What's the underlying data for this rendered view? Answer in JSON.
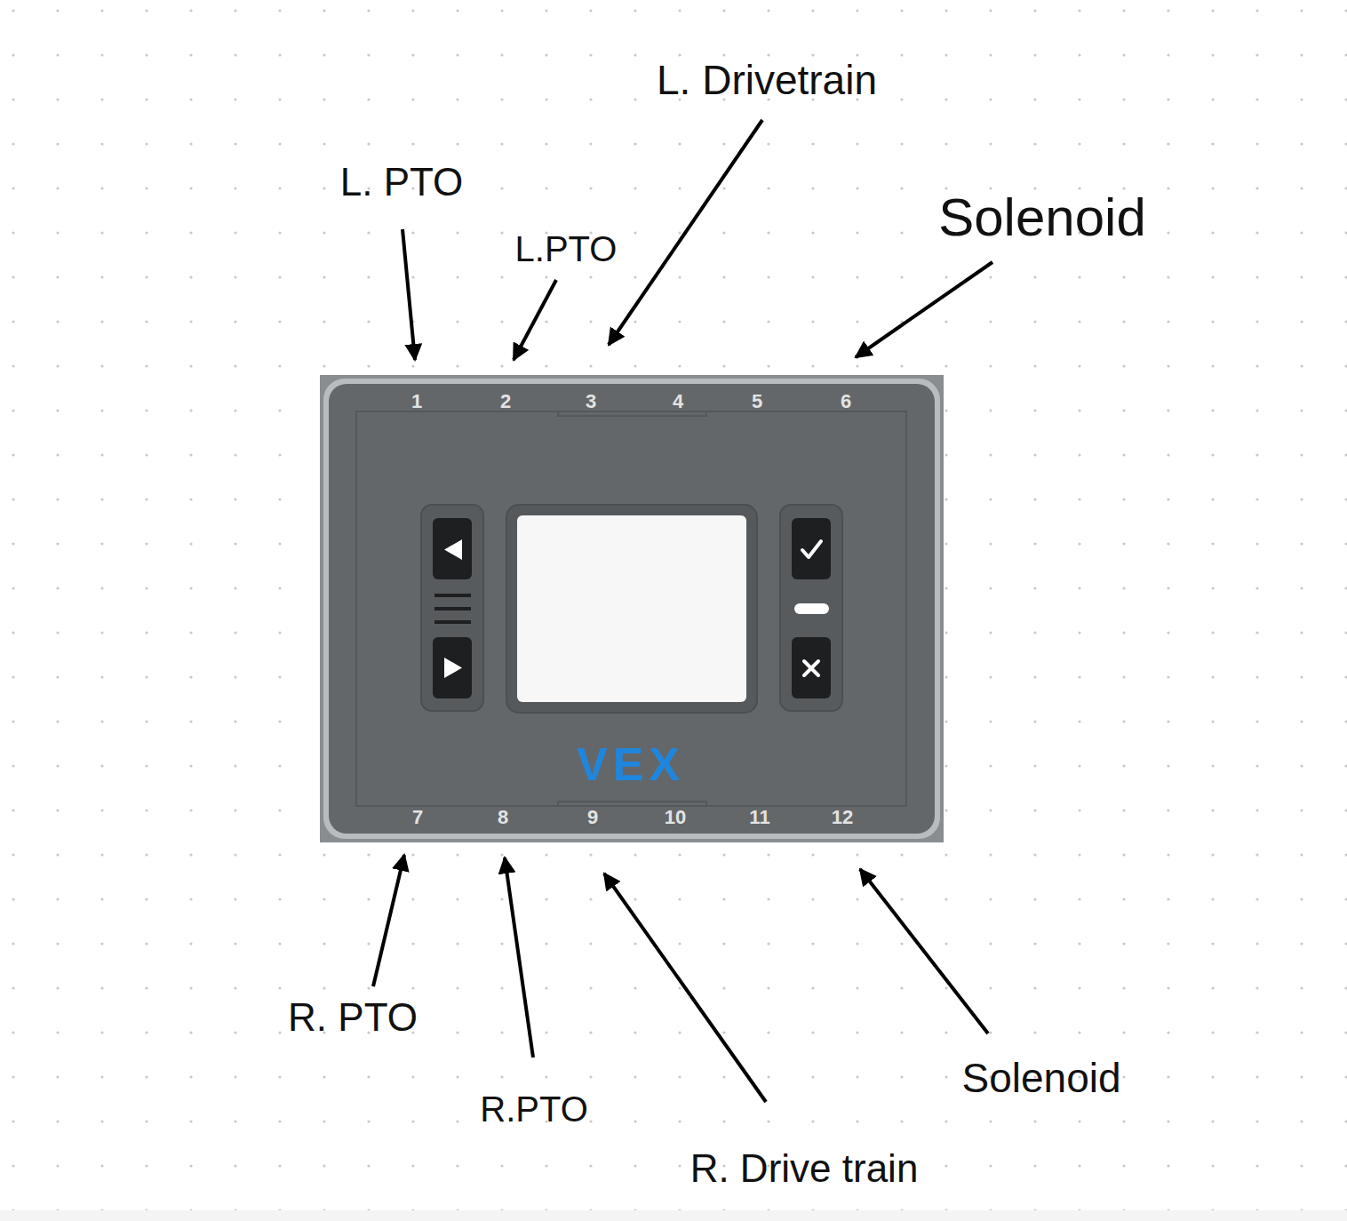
{
  "diagram": {
    "labels": [
      "L. Drivetrain",
      "Solenoid",
      "L. PTO",
      "L.PTO",
      "1",
      "2",
      "3",
      "4",
      "5",
      "6",
      "VEX",
      "7",
      "8",
      "9",
      "10",
      "11",
      "12",
      "R. PTO",
      "R.PTO",
      "Solenoid",
      "R. Drive train"
    ]
  }
}
